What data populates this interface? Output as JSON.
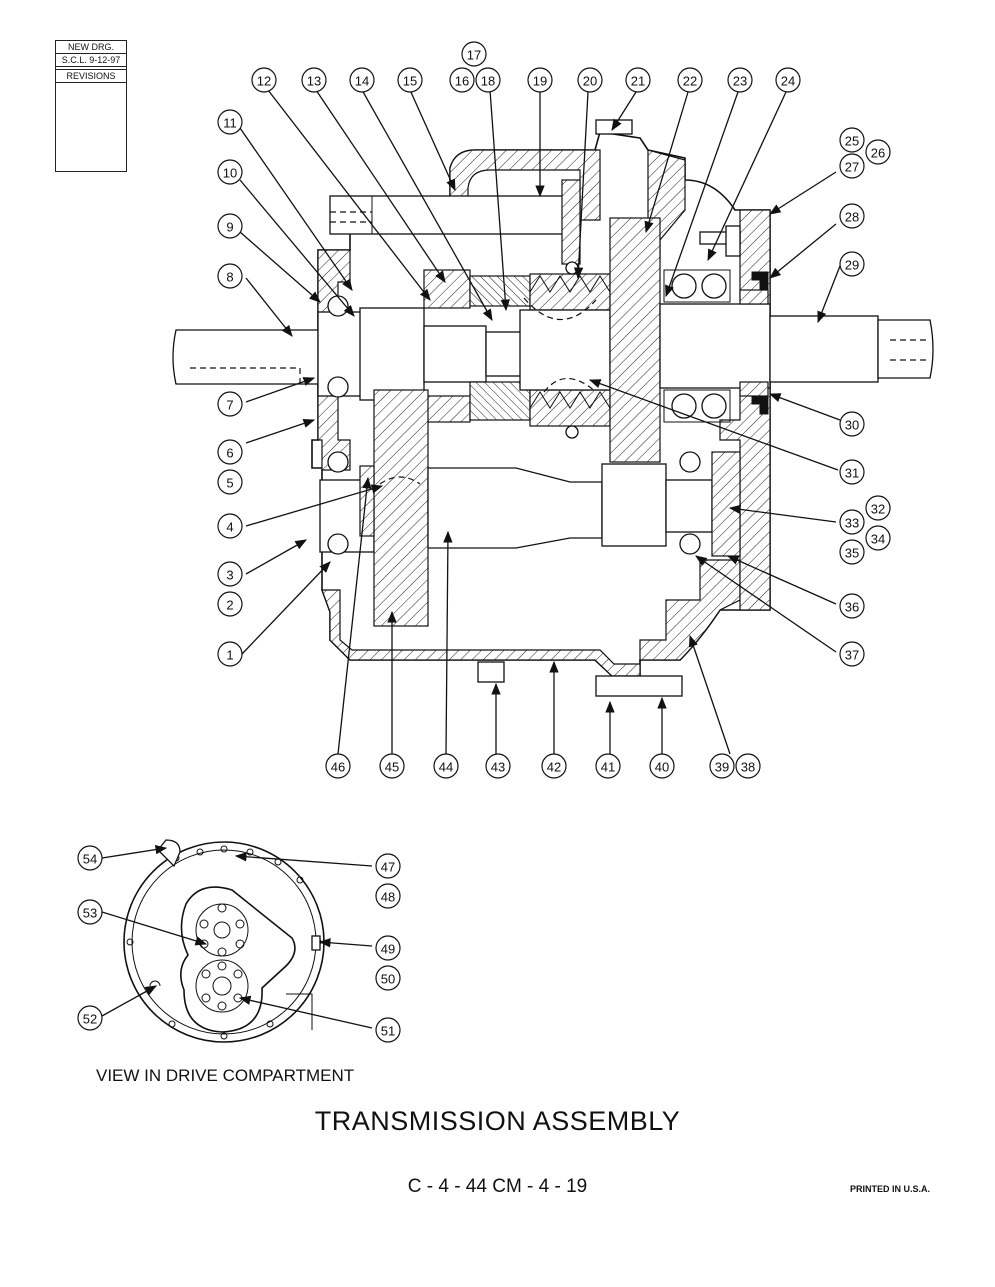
{
  "revision_block": {
    "new_drawing": "NEW DRG.",
    "date_line": "S.C.L.  9-12-97",
    "revisions": "REVISIONS"
  },
  "callouts": {
    "c1": "1",
    "c2": "2",
    "c3": "3",
    "c4": "4",
    "c5": "5",
    "c6": "6",
    "c7": "7",
    "c8": "8",
    "c9": "9",
    "c10": "10",
    "c11": "11",
    "c12": "12",
    "c13": "13",
    "c14": "14",
    "c15": "15",
    "c16": "16",
    "c17": "17",
    "c18": "18",
    "c19": "19",
    "c20": "20",
    "c21": "21",
    "c22": "22",
    "c23": "23",
    "c24": "24",
    "c25": "25",
    "c26": "26",
    "c27": "27",
    "c28": "28",
    "c29": "29",
    "c30": "30",
    "c31": "31",
    "c32": "32",
    "c33": "33",
    "c34": "34",
    "c35": "35",
    "c36": "36",
    "c37": "37",
    "c38": "38",
    "c39": "39",
    "c40": "40",
    "c41": "41",
    "c42": "42",
    "c43": "43",
    "c44": "44",
    "c45": "45",
    "c46": "46",
    "c47": "47",
    "c48": "48",
    "c49": "49",
    "c50": "50",
    "c51": "51",
    "c52": "52",
    "c53": "53",
    "c54": "54"
  },
  "view_label": "VIEW IN DRIVE COMPARTMENT",
  "title": "TRANSMISSION ASSEMBLY",
  "drawing_number": "C - 4 - 44    CM - 4 - 19",
  "printed": "PRINTED IN U.S.A."
}
